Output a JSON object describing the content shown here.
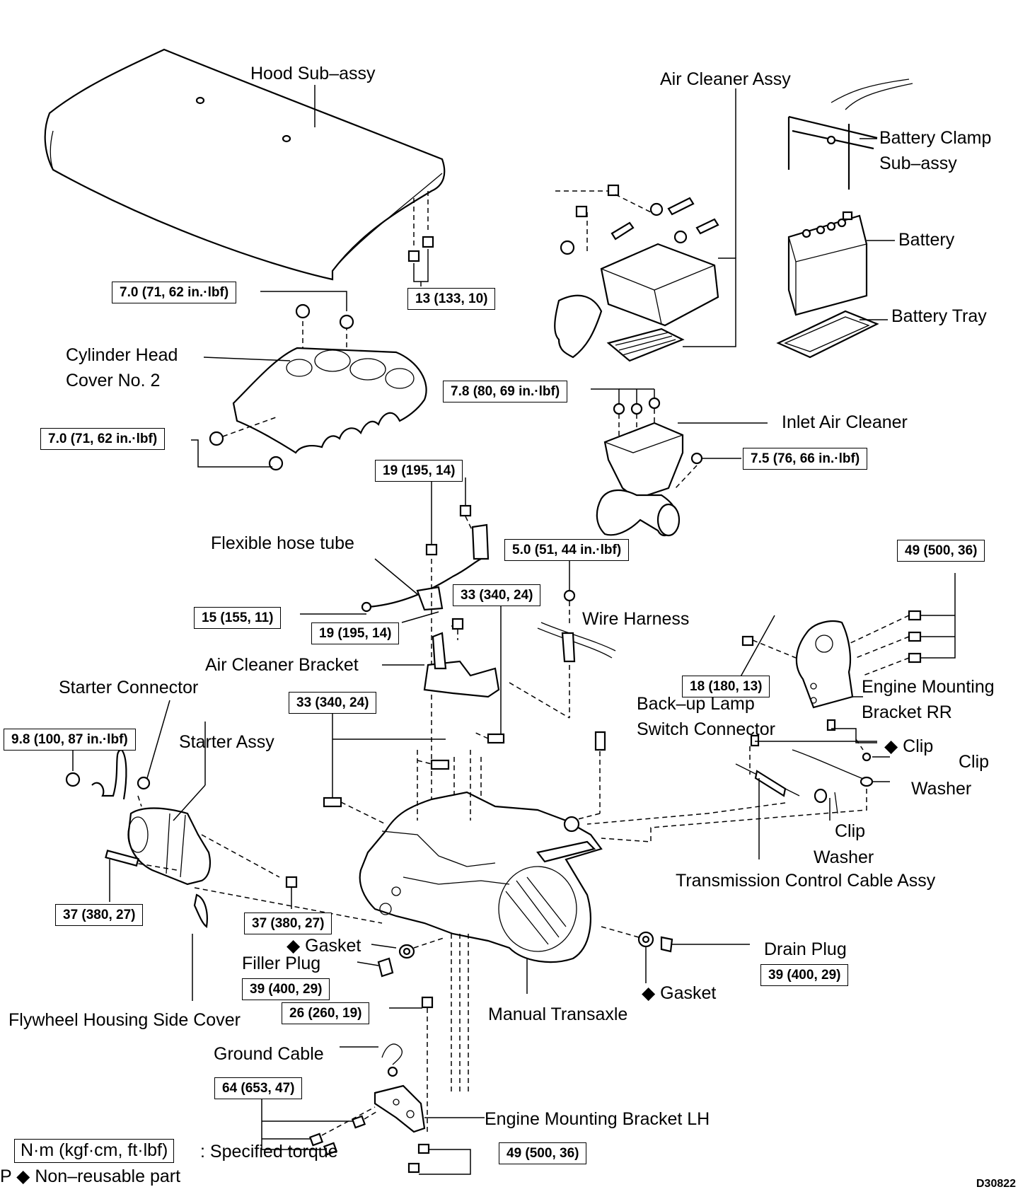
{
  "labels": {
    "hood": "Hood Sub–assy",
    "air_cleaner_assy": "Air Cleaner Assy",
    "battery_clamp_1": "Battery  Clamp",
    "battery_clamp_2": "Sub–assy",
    "battery": "Battery",
    "battery_tray": "Battery  Tray",
    "cyl_head_1": "Cylinder Head",
    "cyl_head_2": "Cover No. 2",
    "inlet_air_cleaner": "Inlet Air Cleaner",
    "flexible_hose": "Flexible hose tube",
    "wire_harness": "Wire Harness",
    "air_cleaner_bracket": "Air Cleaner Bracket",
    "starter_connector": "Starter Connector",
    "starter_assy": "Starter Assy",
    "engine_mount_rr_1": "Engine Mounting",
    "engine_mount_rr_2": "Bracket RR",
    "backup_lamp_1": "Back–up Lamp",
    "backup_lamp_2": "Switch Connector",
    "clip_1": "◆ Clip",
    "clip_2": "Clip",
    "washer_1": "Washer",
    "clip_3": "Clip",
    "washer_2": "Washer",
    "trans_cable": "Transmission Control Cable Assy",
    "gasket_1": "◆ Gasket",
    "filler_plug": "Filler Plug",
    "drain_plug": "Drain Plug",
    "gasket_2": "◆ Gasket",
    "manual_transaxle": "Manual Transaxle",
    "flywheel_cover": "Flywheel Housing Side Cover",
    "ground_cable": "Ground Cable",
    "engine_mount_lh": "Engine Mounting Bracket LH"
  },
  "torques": {
    "t_70_a": "7.0 (71, 62 in.·lbf)",
    "t_13": "13 (133, 10)",
    "t_70_b": "7.0 (71, 62 in.·lbf)",
    "t_78": "7.8 (80, 69 in.·lbf)",
    "t_75": "7.5 (76, 66 in.·lbf)",
    "t_19_a": "19 (195, 14)",
    "t_50": "5.0 (51, 44 in.·lbf)",
    "t_49_a": "49 (500, 36)",
    "t_15": "15 (155, 11)",
    "t_19_b": "19 (195, 14)",
    "t_33_a": "33 (340, 24)",
    "t_18": "18 (180, 13)",
    "t_33_b": "33 (340, 24)",
    "t_98": "9.8 (100, 87 in.·lbf)",
    "t_37_a": "37 (380, 27)",
    "t_37_b": "37 (380, 27)",
    "t_39_a": "39 (400, 29)",
    "t_39_b": "39 (400, 29)",
    "t_26": "26 (260, 19)",
    "t_64": "64 (653, 47)",
    "t_49_b": "49 (500, 36)"
  },
  "legend": {
    "unit_box": "N·m (kgf·cm, ft·lbf)",
    "unit_text": ": Specified torque",
    "nonreusable": "P ◆ Non–reusable part"
  },
  "figure_code": "D30822"
}
